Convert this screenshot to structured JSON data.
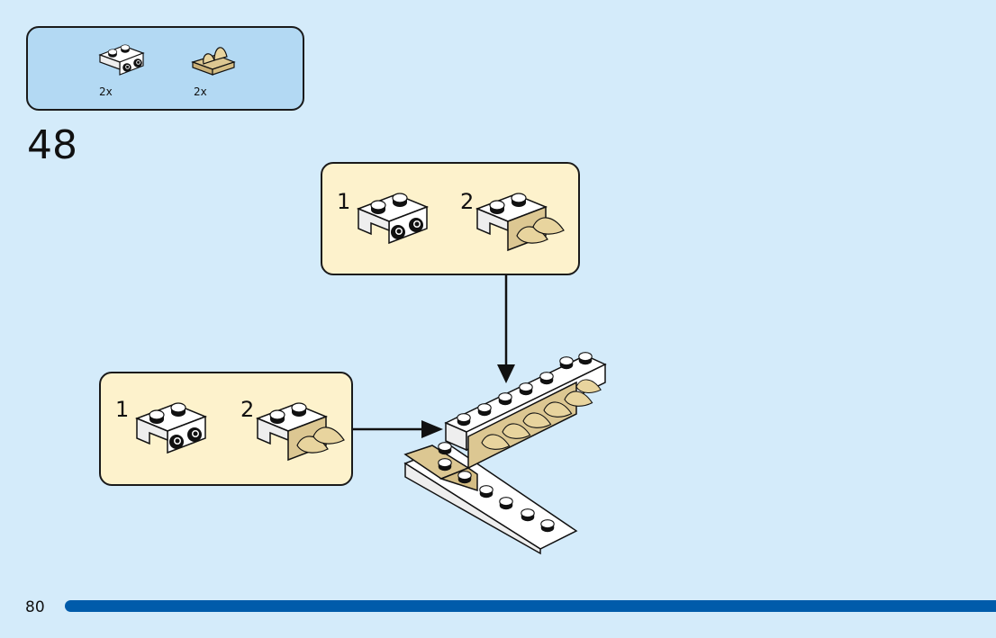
{
  "parts_list": {
    "items": [
      {
        "name": "white bracket 1x2 - 1x2",
        "quantity": "2x"
      },
      {
        "name": "tan plate 1x2 with two teeth",
        "quantity": "2x"
      }
    ]
  },
  "step": {
    "number": "48",
    "subassembly_top": {
      "steps": [
        "1",
        "2"
      ]
    },
    "subassembly_left": {
      "steps": [
        "1",
        "2"
      ]
    }
  },
  "footer": {
    "page_number": "80",
    "progress_color": "#005baa"
  },
  "colors": {
    "background": "#d4ebfa",
    "parts_box": "#b3d9f3",
    "subassembly_box": "#fdf2cc",
    "tan": "#dcc792",
    "white_brick": "#ffffff"
  }
}
